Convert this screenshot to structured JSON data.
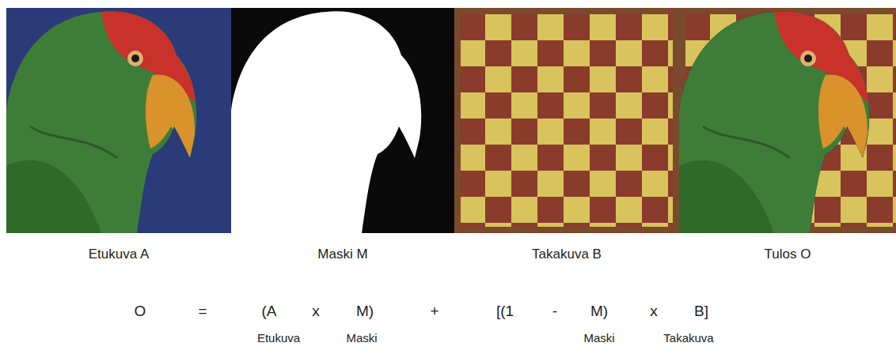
{
  "diagram": {
    "labels": [
      "Etukuva A",
      "Maski M",
      "Takakuva B",
      "Tulos O",
      "O",
      "=",
      "(A",
      "x",
      "M)",
      "+",
      "[(1",
      "-",
      "M)",
      "x",
      "B]",
      "Etukuva",
      "Maski",
      "Maski",
      "Takakuva"
    ]
  }
}
